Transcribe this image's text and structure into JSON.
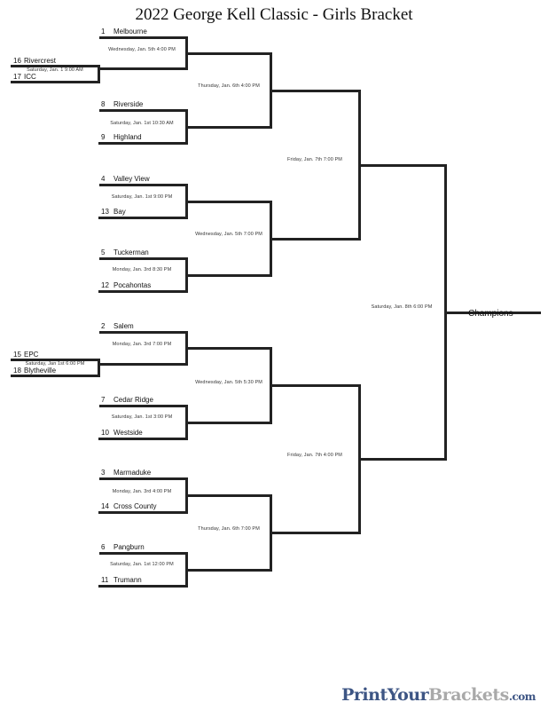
{
  "title": "2022 George Kell Classic - Girls Bracket",
  "teams": [
    {
      "seed": "1",
      "name": "Melbourne"
    },
    {
      "seed": "16",
      "name": "Rivercrest"
    },
    {
      "seed": "17",
      "name": "ICC"
    },
    {
      "seed": "8",
      "name": "Riverside"
    },
    {
      "seed": "9",
      "name": "Highland"
    },
    {
      "seed": "4",
      "name": "Valley View"
    },
    {
      "seed": "13",
      "name": "Bay"
    },
    {
      "seed": "5",
      "name": "Tuckerman"
    },
    {
      "seed": "12",
      "name": "Pocahontas"
    },
    {
      "seed": "2",
      "name": "Salem"
    },
    {
      "seed": "15",
      "name": "EPC"
    },
    {
      "seed": "18",
      "name": "Blytheville"
    },
    {
      "seed": "7",
      "name": "Cedar Ridge"
    },
    {
      "seed": "10",
      "name": "Westside"
    },
    {
      "seed": "3",
      "name": "Marmaduke"
    },
    {
      "seed": "14",
      "name": "Cross County"
    },
    {
      "seed": "6",
      "name": "Pangburn"
    },
    {
      "seed": "11",
      "name": "Trumann"
    }
  ],
  "games": [
    "Wednesday, Jan. 5th 4:00 PM",
    "Saturday, Jan. 1 9:00 AM",
    "Saturday, Jan. 1st 10:30 AM",
    "Thursday, Jan. 6th 4:00 PM",
    "Saturday, Jan. 1st 9:00 PM",
    "Monday, Jan. 3rd 8:30 PM",
    "Wednesday, Jan. 5th 7:00 PM",
    "Friday, Jan. 7th 7:00 PM",
    "Monday, Jan. 3rd 7:00 PM",
    "Saturday, Jan 1st 6:00 PM",
    "Saturday, Jan. 1st 3:00 PM",
    "Wednesday, Jan. 5th 5:30 PM",
    "Monday, Jan. 3rd 4:00 PM",
    "Saturday, Jan. 1st 12:00 PM",
    "Thursday, Jan. 6th 7:00 PM",
    "Friday, Jan. 7th 4:00 PM",
    "Saturday, Jan. 8th 6:00 PM"
  ],
  "champions_label": "Champions",
  "logo": {
    "part1": "PrintYour",
    "part2": "Brackets",
    ".com": ".com"
  }
}
